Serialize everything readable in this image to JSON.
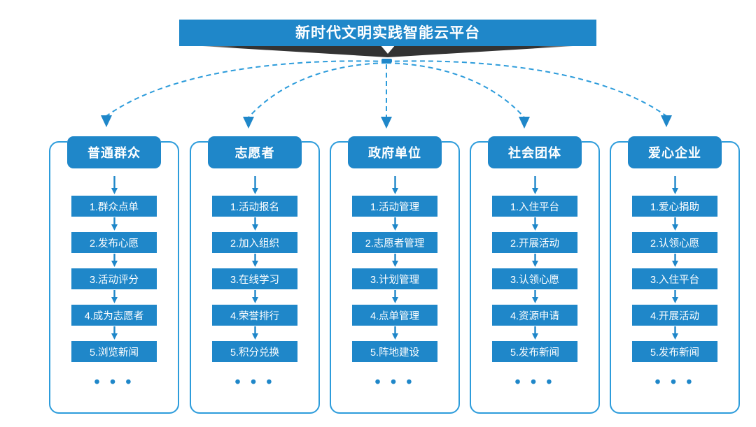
{
  "banner": {
    "title": "新时代文明实践智能云平台",
    "bg_color": "#1f87c9",
    "ribbon_color": "#333333"
  },
  "theme": {
    "accent": "#1f87c9",
    "frame_border": "#2d9cdb",
    "arrow_color": "#1f87c9",
    "dash_color": "#2d9cdb",
    "text_on_accent": "#ffffff",
    "background": "#ffffff"
  },
  "ellipsis": "• • •",
  "columns": [
    {
      "id": "general-public",
      "header": "普通群众",
      "steps": [
        "1.群众点单",
        "2.发布心愿",
        "3.活动评分",
        "4.成为志愿者",
        "5.浏览新闻"
      ]
    },
    {
      "id": "volunteer",
      "header": "志愿者",
      "steps": [
        "1.活动报名",
        "2.加入组织",
        "3.在线学习",
        "4.荣誉排行",
        "5.积分兑换"
      ]
    },
    {
      "id": "government-unit",
      "header": "政府单位",
      "steps": [
        "1.活动管理",
        "2.志愿者管理",
        "3.计划管理",
        "4.点单管理",
        "5.阵地建设"
      ]
    },
    {
      "id": "social-group",
      "header": "社会团体",
      "steps": [
        "1.入住平台",
        "2.开展活动",
        "3.认领心愿",
        "4.资源申请",
        "5.发布新闻"
      ]
    },
    {
      "id": "caring-enterprise",
      "header": "爱心企业",
      "steps": [
        "1.爱心捐助",
        "2.认领心愿",
        "3.入住平台",
        "4.开展活动",
        "5.发布新闻"
      ]
    }
  ]
}
